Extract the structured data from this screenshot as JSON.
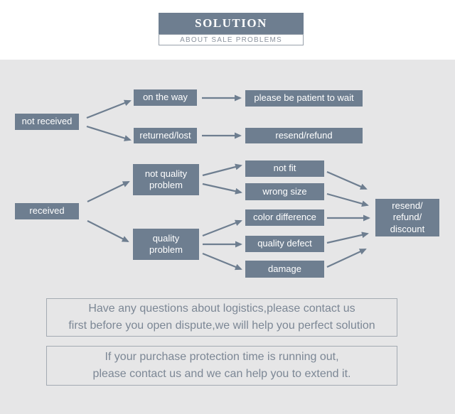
{
  "header": {
    "title": "SOLUTION",
    "subtitle": "ABOUT SALE PROBLEMS"
  },
  "colors": {
    "slate": "#6e7e90",
    "background_gray": "#e6e6e7",
    "white": "#ffffff",
    "note_text": "#7c8795",
    "note_border": "#a3aab2",
    "subtitle_text": "#8b939e"
  },
  "flow": {
    "nodes": {
      "not_received": "not received",
      "on_the_way": "on the way",
      "patient": "please be patient to wait",
      "returned_lost": "returned/lost",
      "resend_refund": "resend/refund",
      "received": "received",
      "not_quality_problem": "not quality\nproblem",
      "quality_problem": "quality\nproblem",
      "not_fit": "not fit",
      "wrong_size": "wrong size",
      "color_difference": "color difference",
      "quality_defect": "quality defect",
      "damage": "damage",
      "final": "resend/\nrefund/\ndiscount"
    }
  },
  "notes": {
    "logistics": "Have any questions about logistics,please contact us\nfirst before you open dispute,we will help you perfect solution",
    "protection": "If your purchase protection time is running out,\nplease contact us and we can help you to extend it."
  }
}
